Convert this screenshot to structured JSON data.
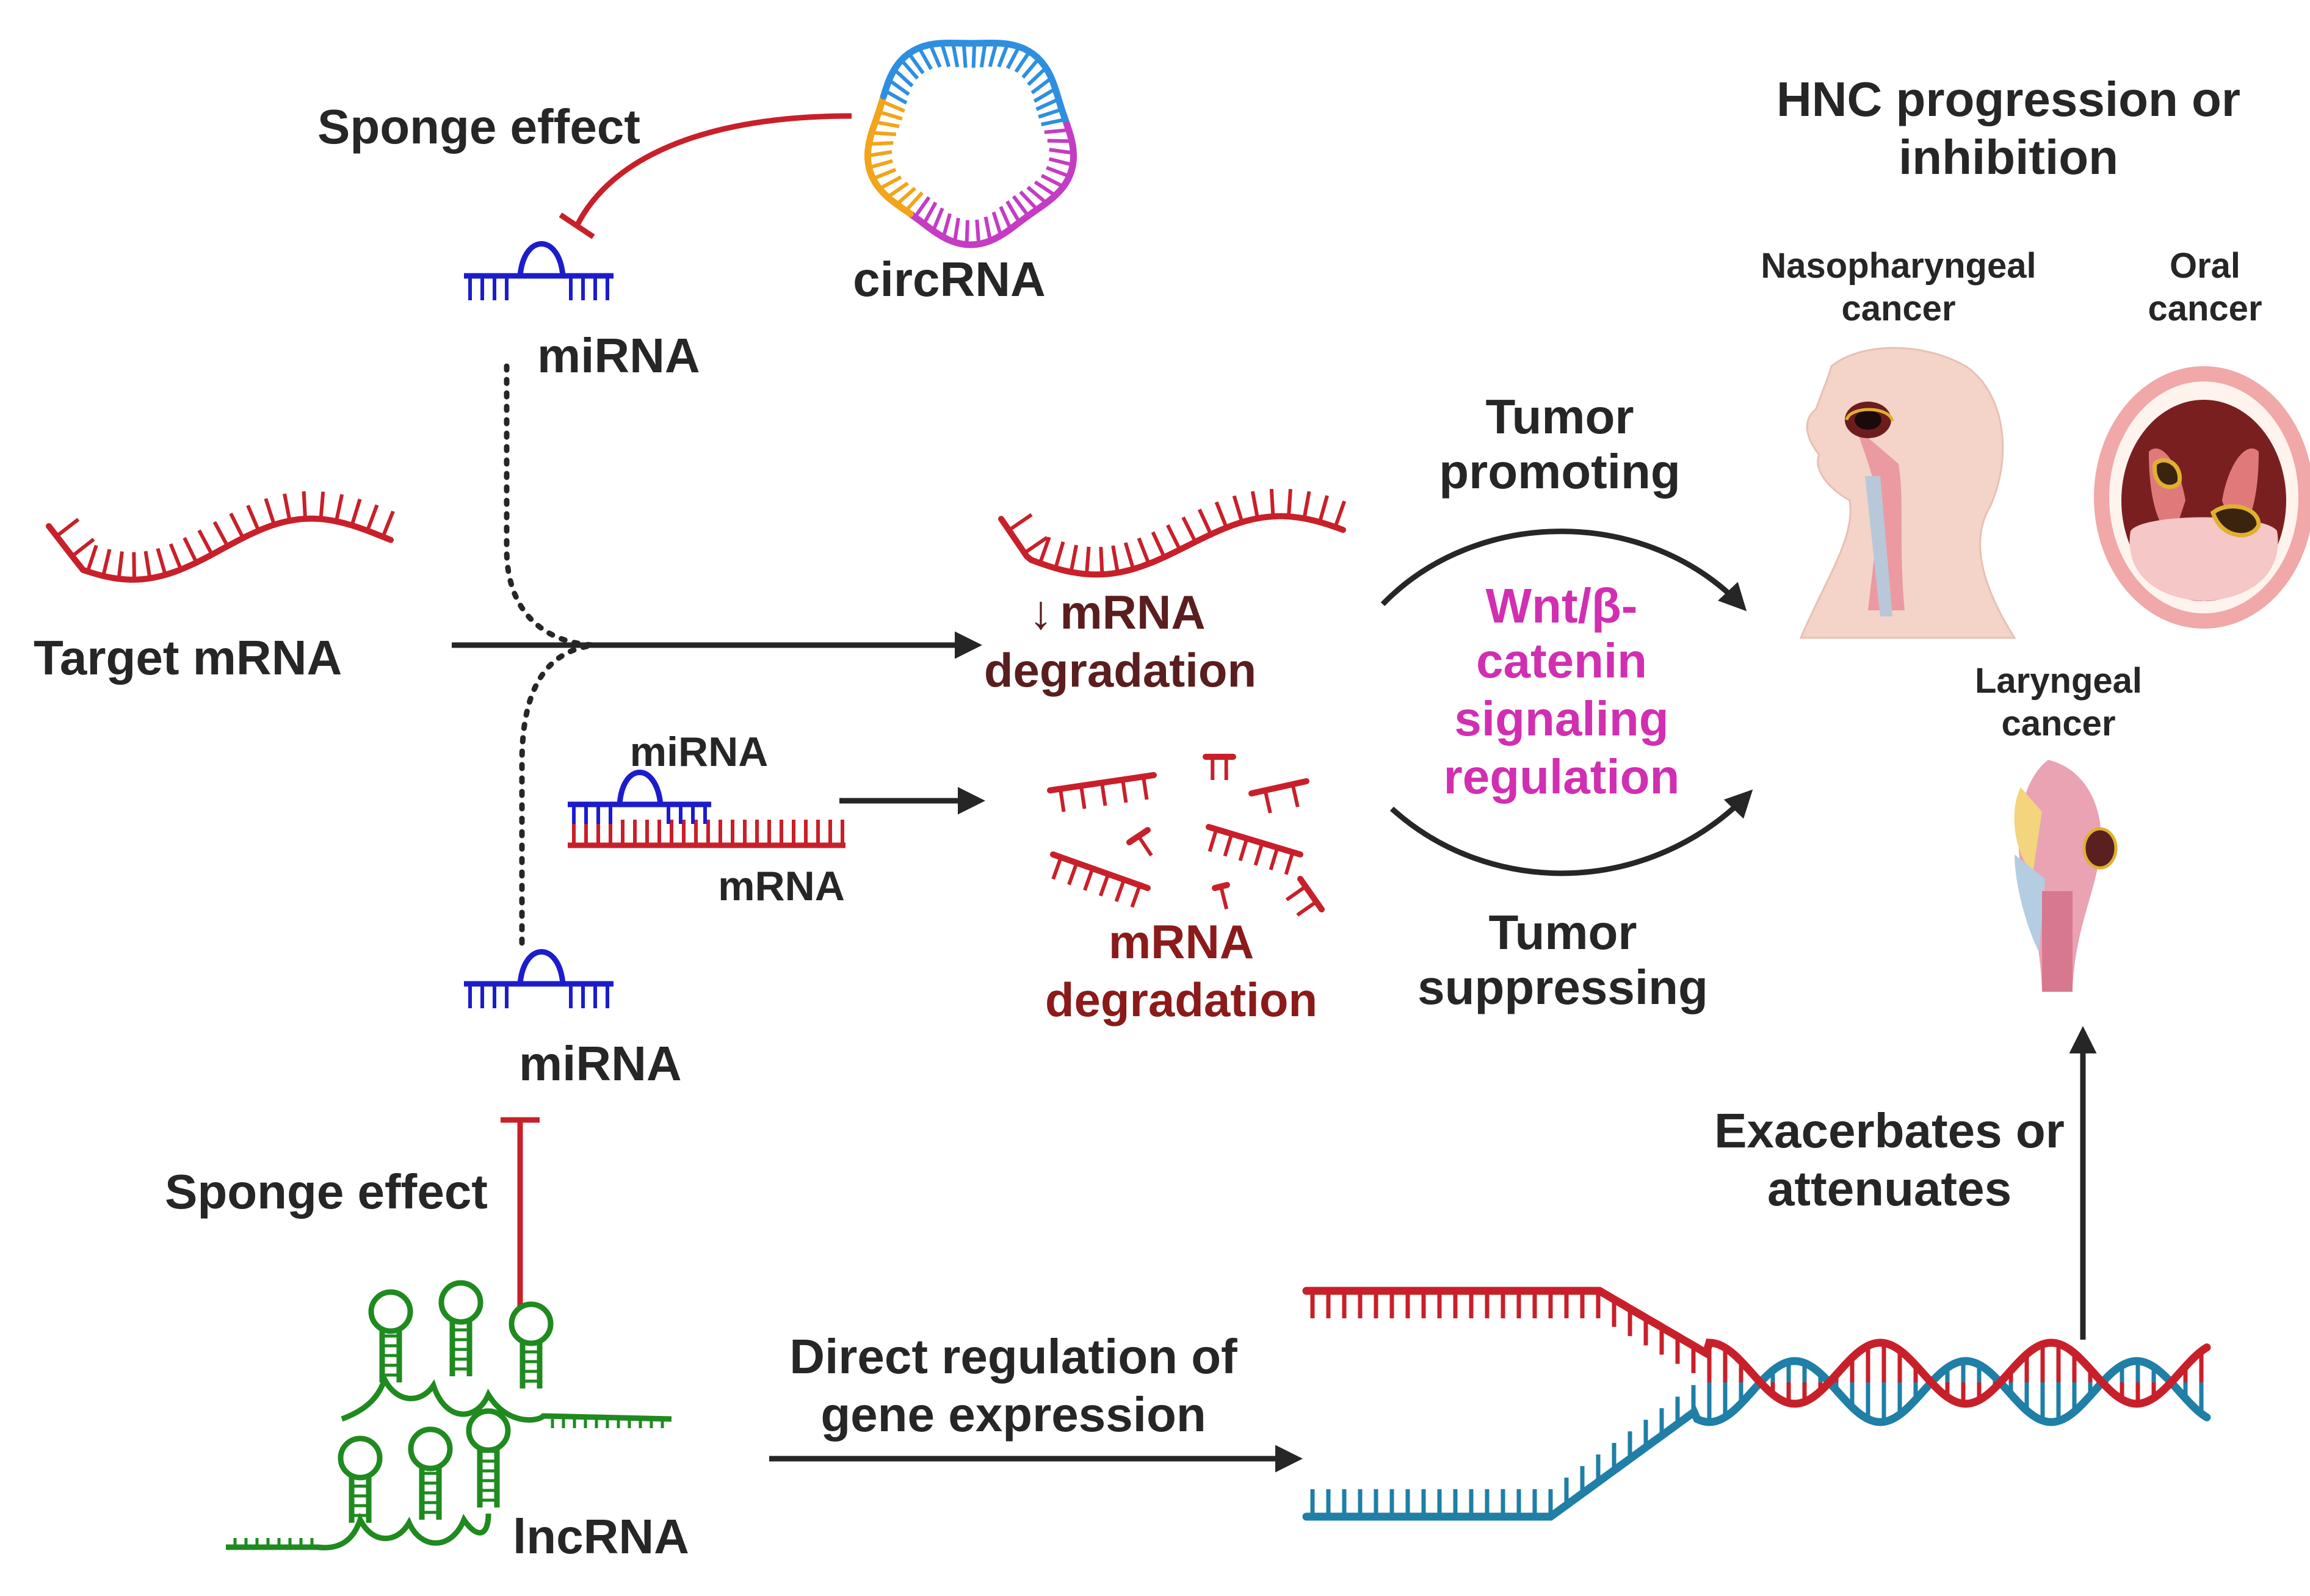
{
  "labels": {
    "sponge_effect_top": "Sponge effect",
    "circrna": "circRNA",
    "mirna_top": "miRNA",
    "target_mrna": "Target mRNA",
    "mirna_complex": "miRNA",
    "mrna_complex": "mRNA",
    "mirna_bottom": "miRNA",
    "sponge_effect_bottom": "Sponge effect",
    "lncrna": "lncRNA",
    "mrna_down_arrow": "↓",
    "mrna_down_word": "mRNA",
    "degradation_1": "degradation",
    "mrna_deg_line1": "mRNA",
    "mrna_deg_line2": "degradation",
    "tumor_promoting_1": "Tumor",
    "tumor_promoting_2": "promoting",
    "tumor_suppressing_1": "Tumor",
    "tumor_suppressing_2": "suppressing",
    "wnt_1": "Wnt/β-",
    "wnt_2": "catenin",
    "wnt_3": "signaling",
    "wnt_4": "regulation",
    "hnc_1": "HNC progression or",
    "hnc_2": "inhibition",
    "naso_1": "Nasopharyngeal",
    "naso_2": "cancer",
    "oral_1": "Oral",
    "oral_2": "cancer",
    "laryn_1": "Laryngeal",
    "laryn_2": "cancer",
    "exac_1": "Exacerbates or",
    "exac_2": "attenuates",
    "direct_1": "Direct regulation of",
    "direct_2": "gene expression"
  },
  "colors": {
    "mrna_red": "#c8202a",
    "mirna_blue": "#1c1ccc",
    "lncrna_green": "#1f8a1f",
    "inhibit_red": "#c8202a",
    "arrow_dark": "#262626",
    "wnt_magenta": "#d12fb1",
    "dna_blue": "#1f7fa6",
    "circ_blue": "#2e8fe0",
    "circ_magenta": "#c43cc4",
    "circ_orange": "#f2a41a"
  }
}
